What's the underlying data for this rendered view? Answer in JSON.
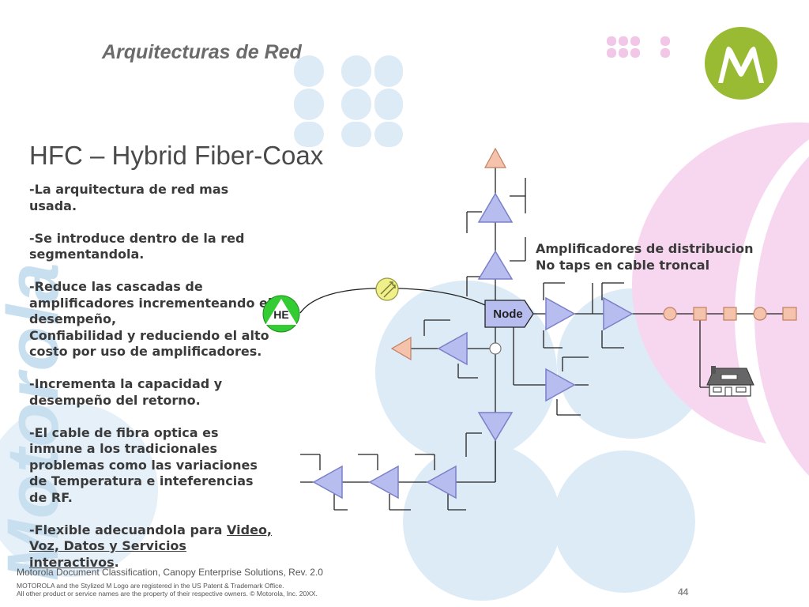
{
  "header": {
    "section_title": "Arquitecturas de Red",
    "slide_title": "HFC – Hybrid Fiber-Coax"
  },
  "bullets": {
    "b1": "-La arquitectura de red mas usada.",
    "b2": "-Se introduce dentro de la red segmentandola.",
    "b3": "-Reduce las cascadas de amplificadores incrementeando el desempeño,",
    "b4": "Confiabilidad y reduciendo el alto costo por uso de amplificadores.",
    "b5": "-Incrementa la capacidad y desempeño del retorno.",
    "b6": "-El cable de fibra optica es inmune a los tradicionales problemas como las variaciones de Temperatura e inteferencias de RF.",
    "b7_prefix": "-Flexible adecuandola para ",
    "b7_link": "Video, Voz, Datos y Servicios interactivos",
    "b7_suffix": "."
  },
  "diagram": {
    "he_label": "HE",
    "node_label": "Node",
    "annotation_line1": "Amplificadores de distribucion",
    "annotation_line2": "No taps en cable troncal"
  },
  "footer": {
    "classification": "Motorola Document Classification, Canopy Enterprise Solutions, Rev. 2.0",
    "trademark_line1": "MOTOROLA and the Stylized M Logo are registered in the US Patent & Trademark Office.",
    "trademark_line2": "All other product or service names are the property of their respective owners. © Motorola, Inc. 20XX.",
    "page_number": "44"
  },
  "watermark": {
    "text": "Motorola"
  },
  "colors": {
    "amp_fill": "#b8bdf0",
    "amp_stroke": "#7a80c8",
    "tap_fill": "#f5c2ab",
    "tap_stroke": "#c08060",
    "he_fill": "#33cc33",
    "logo_fill": "#99bb33",
    "bg_blue": "#ddebf7",
    "bg_pink": "#f7d7ef"
  }
}
